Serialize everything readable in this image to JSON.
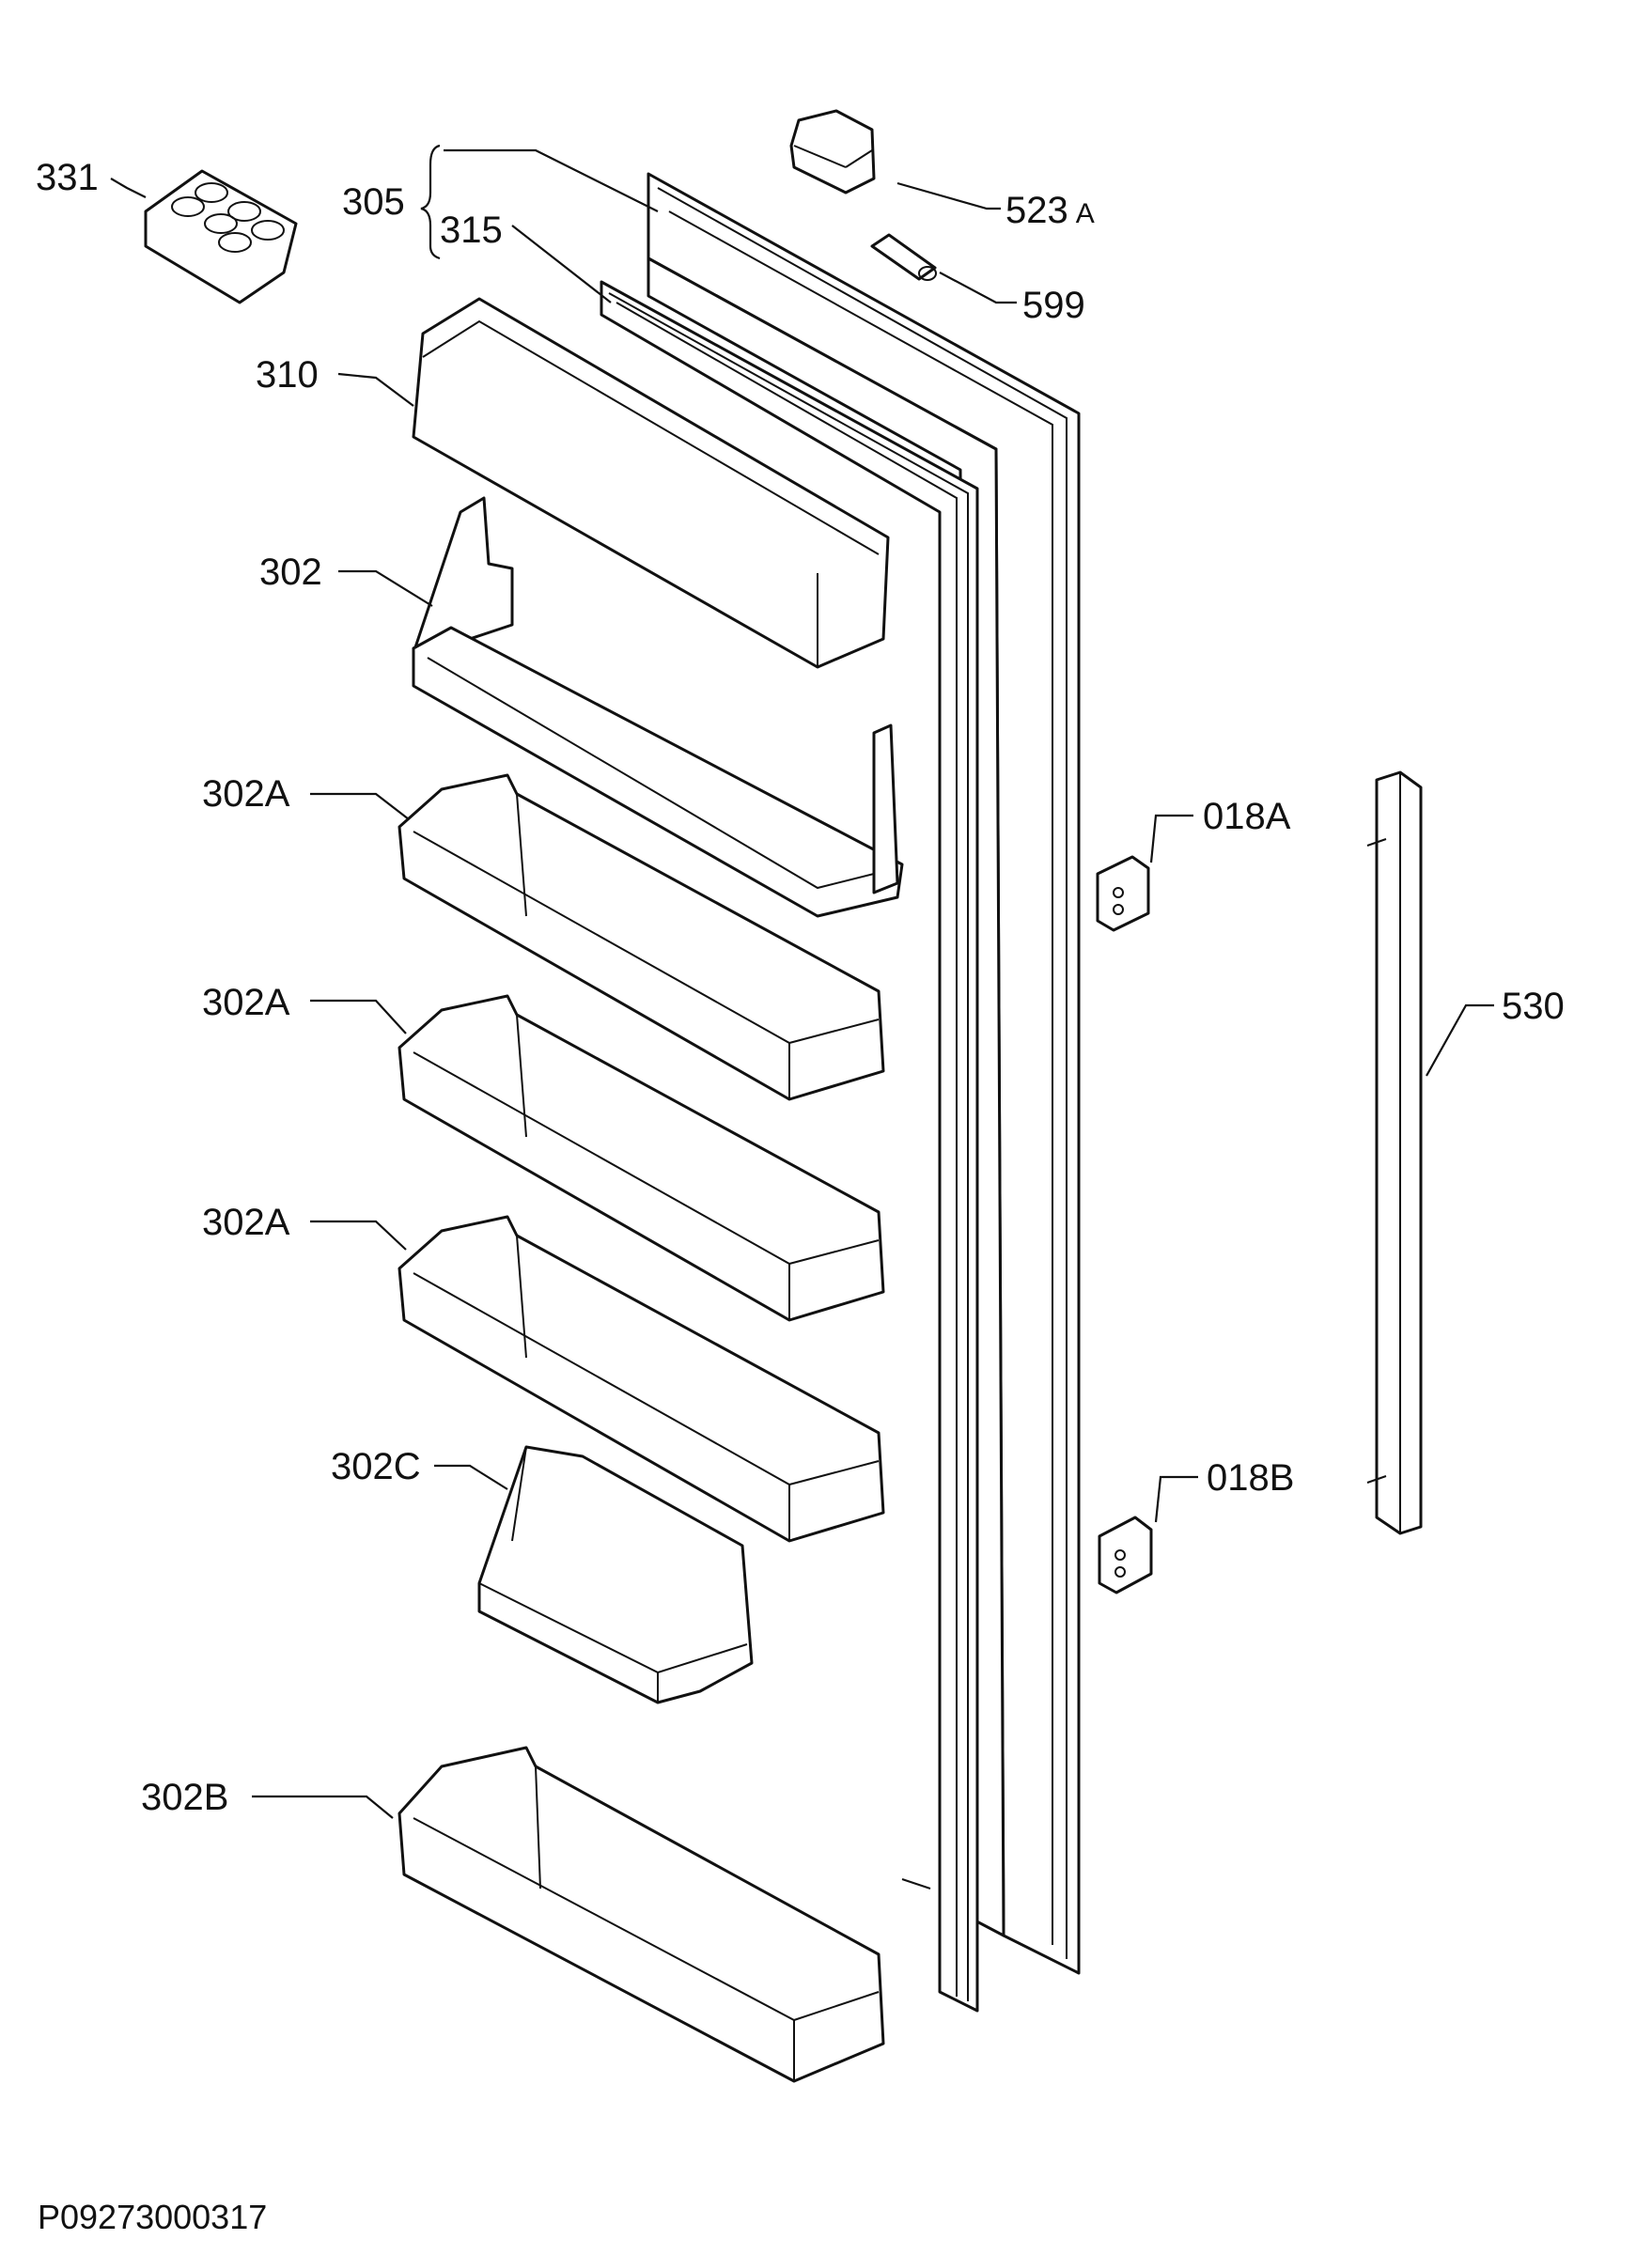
{
  "diagram": {
    "reference_code": "P09273000317",
    "callouts": {
      "c331": "331",
      "c305": "305",
      "c315": "315",
      "c523a_num": "523",
      "c523a_suffix": "A",
      "c599": "599",
      "c310": "310",
      "c302": "302",
      "c302a_1": "302A",
      "c302a_2": "302A",
      "c302a_3": "302A",
      "c302c": "302C",
      "c302b": "302B",
      "c018a": "018A",
      "c018b": "018B",
      "c530": "530"
    },
    "colors": {
      "line": "#111111",
      "background": "#ffffff"
    }
  }
}
